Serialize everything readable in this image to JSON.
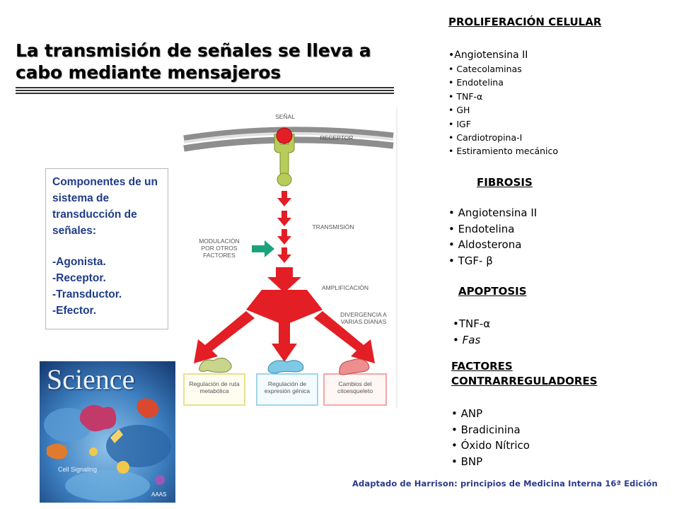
{
  "title": "La transmisión de señales se lleva a cabo mediante mensajeros",
  "components": {
    "heading": "Componentes de un\nsistema de\ntransducción de\nseñales:",
    "items": [
      "-Agonista.",
      "-Receptor.",
      "-Transductor.",
      "-Efector."
    ]
  },
  "diagram": {
    "senal": "SEÑAL",
    "receptor": "RECEPTOR",
    "modulacion": "MODULACIÓN POR OTROS FACTORES",
    "transmision": "TRANSMISIÓN",
    "amplificacion": "AMPLIFICACIÓN",
    "divergencia": "DIVERGENCIA A VARIAS DIANAS",
    "targets": [
      "Regulación de ruta metabólica",
      "Regulación de expresión génica",
      "Cambios del citoesqueleto"
    ]
  },
  "cover": {
    "title": "Science",
    "subtitle": "Cell Signaling",
    "publisher": "AAAS"
  },
  "proliferacion": {
    "heading": "PROLIFERACIÓN CELULAR",
    "first": "Angiotensina II",
    "items": [
      "Catecolaminas",
      "Endotelina",
      "TNF-α",
      "GH",
      "IGF",
      "Cardiotropina-I",
      "Estiramiento mecánico"
    ]
  },
  "fibrosis": {
    "heading": "FIBROSIS",
    "items": [
      "Angiotensina II",
      "Endotelina",
      "Aldosterona",
      "TGF- β"
    ]
  },
  "apoptosis": {
    "heading": "APOPTOSIS",
    "items": [
      "TNF-α",
      "Fas"
    ]
  },
  "contrarreguladores": {
    "heading_line1": "FACTORES",
    "heading_line2": "CONTRARREGULADORES",
    "items": [
      "ANP",
      "Bradicinina",
      "Óxido Nítrico",
      "BNP"
    ]
  },
  "credit": "Adaptado de Harrison: principios de Medicina Interna 16ª Edición",
  "colors": {
    "arrow_red": "#e31e24",
    "receptor_green": "#b7cc5a",
    "modulation_green": "#1aa37a",
    "box_blue_text": "#1f3c86",
    "credit_blue": "#2b3a8a"
  }
}
